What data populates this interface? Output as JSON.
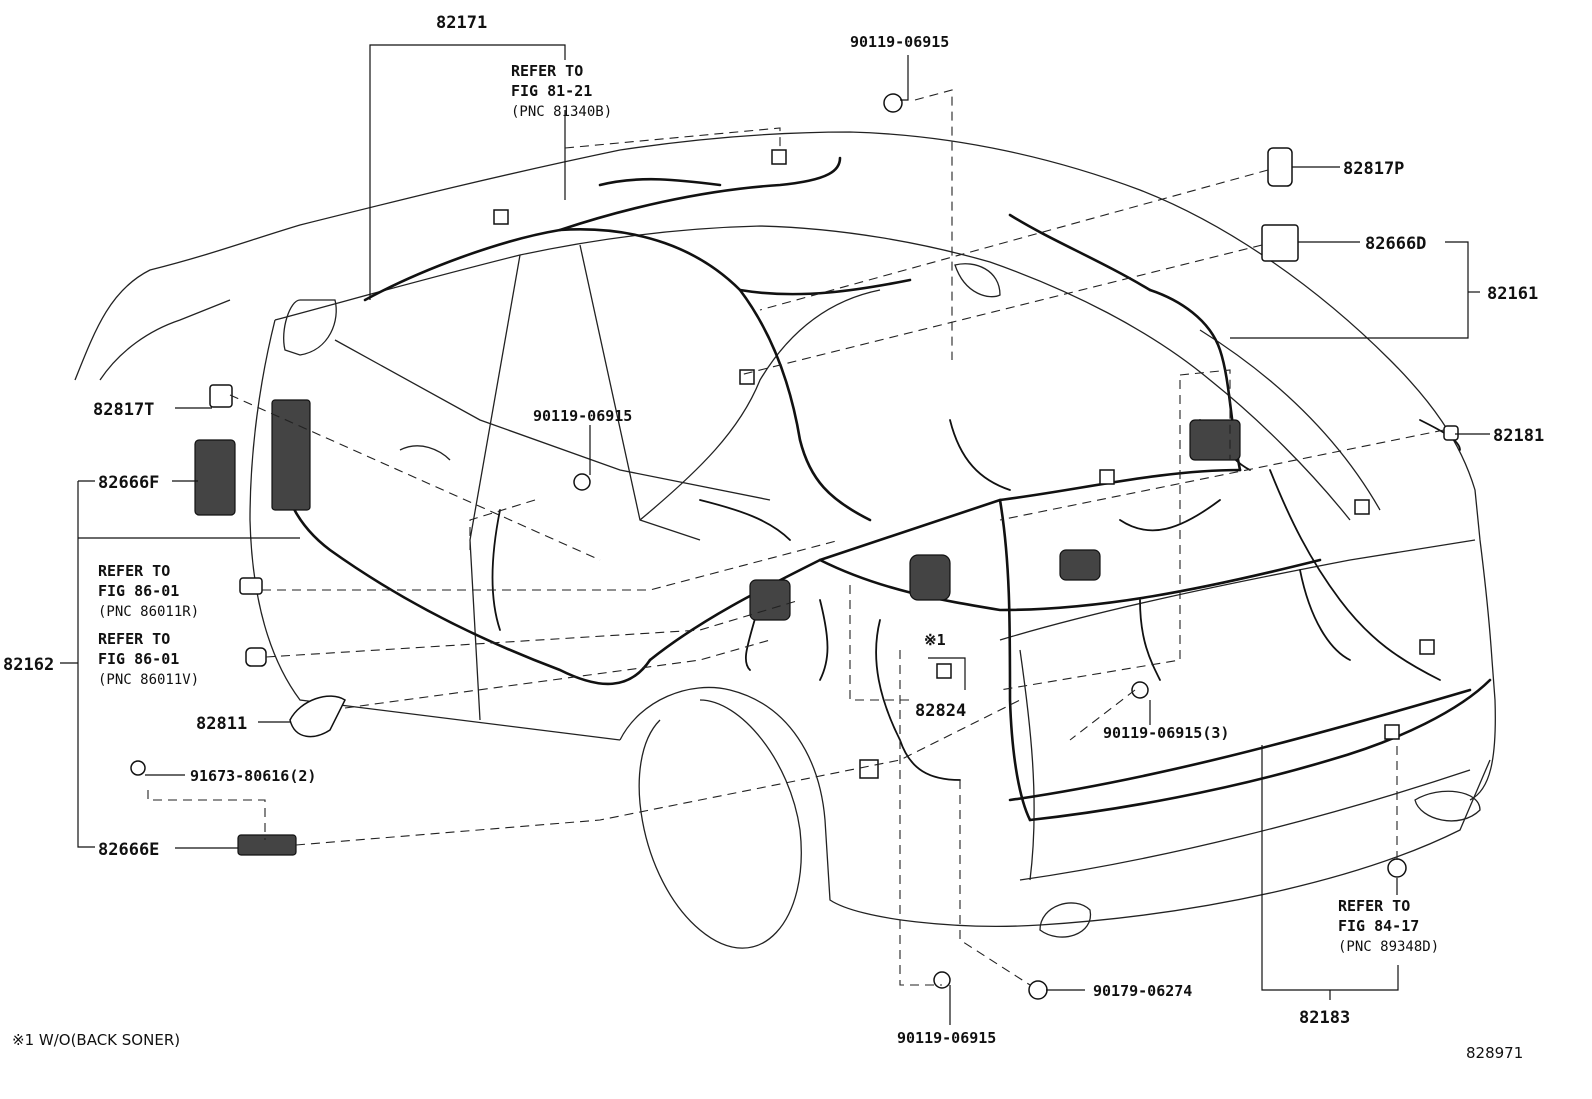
{
  "labels": {
    "p82171": "82171",
    "p90119_top": "90119-06915",
    "p82817P": "82817P",
    "p82666D": "82666D",
    "p82161": "82161",
    "p82817T": "82817T",
    "p90119_mid": "90119-06915",
    "p82181": "82181",
    "p82666F": "82666F",
    "p82162": "82162",
    "p82811": "82811",
    "p82824": "82824",
    "p90119_3": "90119-06915(3)",
    "p91673": "91673-80616(2)",
    "p82666E": "82666E",
    "p82183": "82183",
    "p90179": "90179-06274",
    "p90119_bot": "90119-06915",
    "sym1": "※1"
  },
  "refs": {
    "r1": {
      "l1": "REFER TO",
      "l2": "FIG 81-21",
      "l3": "(PNC 81340B)"
    },
    "r2": {
      "l1": "REFER TO",
      "l2": "FIG 86-01",
      "l3": "(PNC 86011R)"
    },
    "r3": {
      "l1": "REFER TO",
      "l2": "FIG 86-01",
      "l3": "(PNC 86011V)"
    },
    "r4": {
      "l1": "REFER TO",
      "l2": "FIG 84-17",
      "l3": "(PNC 89348D)"
    }
  },
  "footnote": "※1 W/O(BACK SONER)",
  "figure_id": "828971"
}
